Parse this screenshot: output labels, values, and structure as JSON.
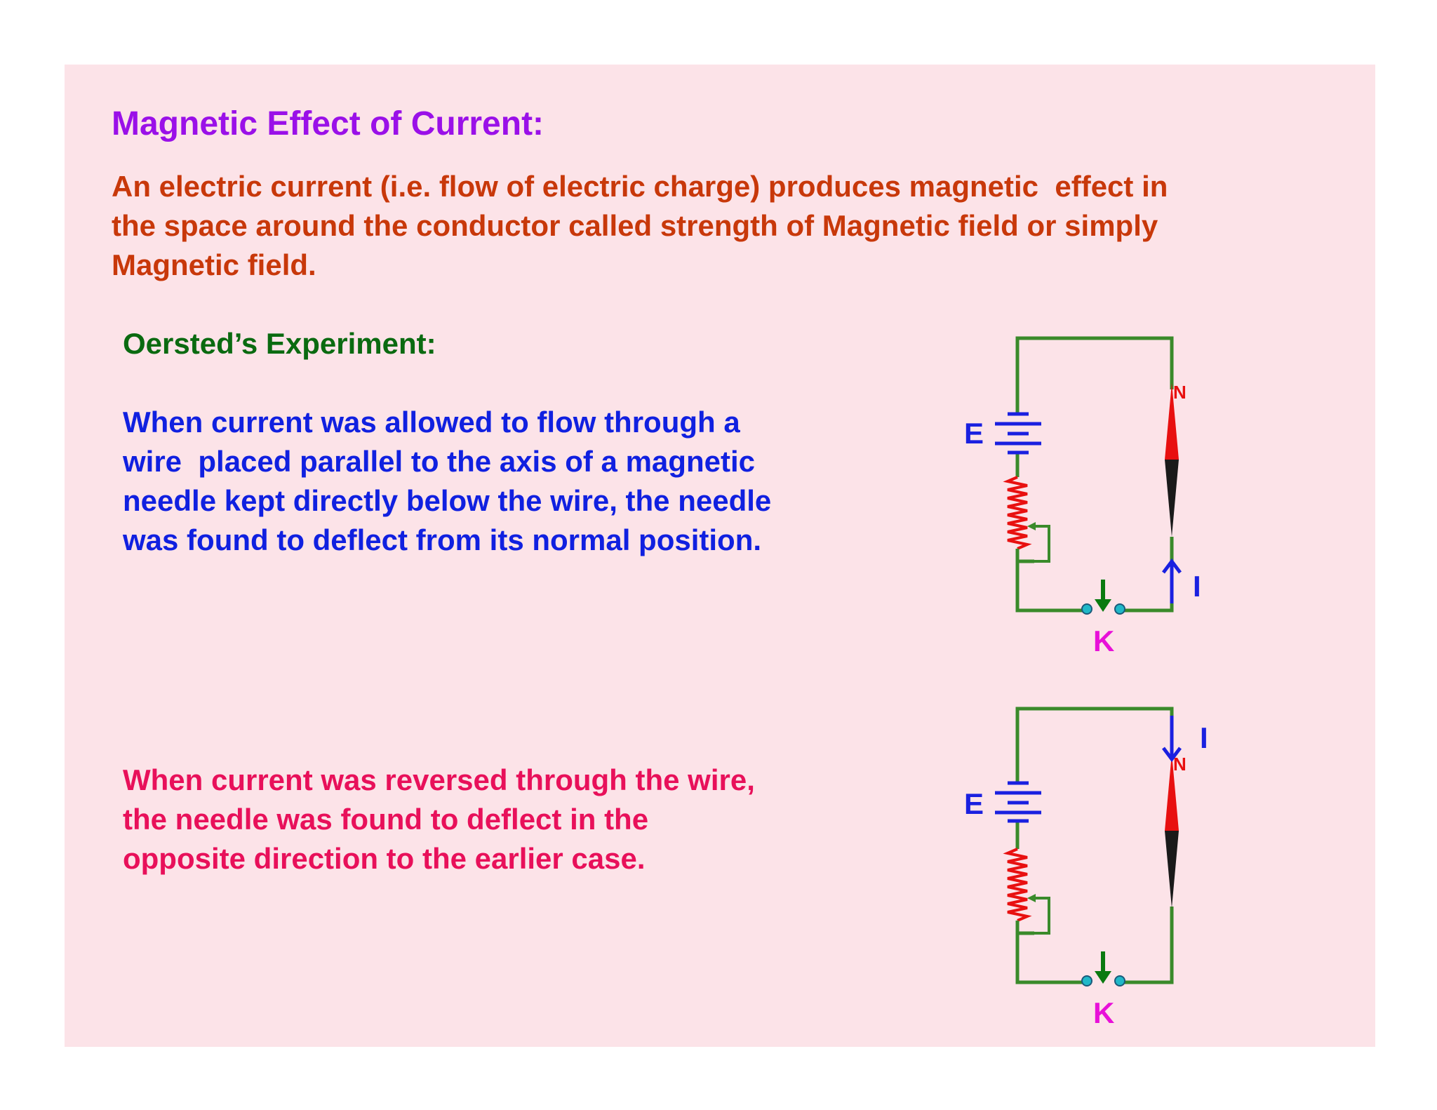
{
  "title": "Magnetic Effect of Current:",
  "intro": [
    "An electric current (i.e. flow of electric charge) produces magnetic  effect in",
    "the space around the conductor called strength of Magnetic field or simply",
    "Magnetic field."
  ],
  "subtitle": "Oersted’s Experiment:",
  "para1": [
    "When current was allowed to flow through a",
    "wire  placed parallel to the axis of a magnetic",
    "needle kept directly below the wire, the needle",
    "was found to deflect from its normal position."
  ],
  "para2": [
    "When current was reversed through the wire,",
    "the needle was found to deflect in the",
    "opposite direction to the earlier case."
  ],
  "circuit1": {
    "battery_label": "E",
    "current_label": "I",
    "key_label": "K",
    "needle_label": "N"
  },
  "circuit2": {
    "battery_label": "E",
    "current_label": "I",
    "key_label": "K",
    "needle_label": "N"
  },
  "colors": {
    "title": "#9a10e8",
    "intro": "#c8380a",
    "subtitle": "#0a6a10",
    "para1": "#1020e0",
    "para2": "#e8105a",
    "wire": "#3a8a2a",
    "battery": "#1a20e0",
    "resistor": "#e81010",
    "key_label": "#e810d8",
    "needle_north": "#e81010",
    "needle_south": "#1a1a1a"
  }
}
